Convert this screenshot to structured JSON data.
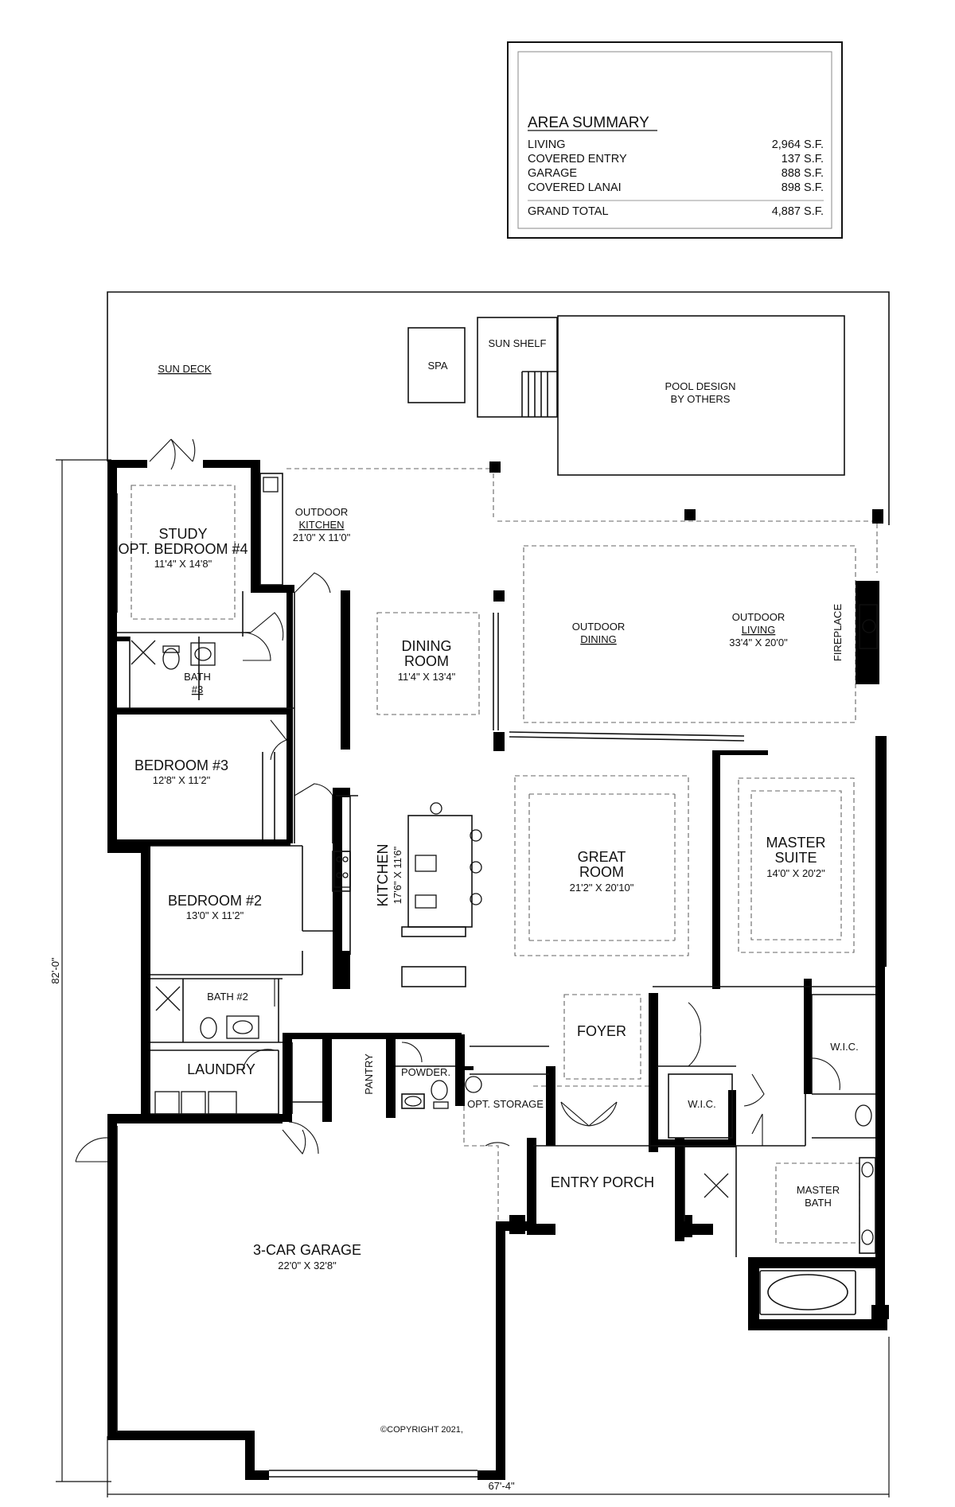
{
  "area_summary": {
    "title": "AREA SUMMARY",
    "rows": [
      {
        "label": "LIVING",
        "value": "2,964 S.F."
      },
      {
        "label": "COVERED ENTRY",
        "value": "137 S.F."
      },
      {
        "label": "GARAGE",
        "value": "888 S.F."
      },
      {
        "label": "COVERED LANAI",
        "value": "898 S.F."
      }
    ],
    "total": {
      "label": "GRAND TOTAL",
      "value": "4,887 S.F."
    }
  },
  "rooms": {
    "sun_deck": "SUN DECK",
    "spa": "SPA",
    "sun_shelf": "SUN SHELF",
    "pool_1": "POOL DESIGN",
    "pool_2": "BY OTHERS",
    "study_1": "STUDY",
    "study_2": "OPT. BEDROOM #4",
    "study_dim": "11'4\" X 14'8\"",
    "outdoor_kitchen_1": "OUTDOOR",
    "outdoor_kitchen_2": "KITCHEN",
    "outdoor_kitchen_dim": "21'0\" X 11'0\"",
    "outdoor_dining_1": "OUTDOOR",
    "outdoor_dining_2": "DINING",
    "outdoor_living_1": "OUTDOOR",
    "outdoor_living_2": "LIVING",
    "outdoor_living_dim": "33'4\" X 20'0\"",
    "fireplace": "FIREPLACE",
    "dining_1": "DINING",
    "dining_2": "ROOM",
    "dining_dim": "11'4\" X 13'4\"",
    "bath3_1": "BATH",
    "bath3_2": "#3",
    "bedroom3": "BEDROOM #3",
    "bedroom3_dim": "12'8\" X 11'2\"",
    "kitchen": "KITCHEN",
    "kitchen_dim": "17'6\" X 11'6\"",
    "great_1": "GREAT",
    "great_2": "ROOM",
    "great_dim": "21'2\" X 20'10\"",
    "master_1": "MASTER",
    "master_2": "SUITE",
    "master_dim": "14'0\" X 20'2\"",
    "bedroom2": "BEDROOM #2",
    "bedroom2_dim": "13'0\" X 11'2\"",
    "bath2": "BATH #2",
    "foyer": "FOYER",
    "wic_right": "W.I.C.",
    "wic_left": "W.I.C.",
    "laundry": "LAUNDRY",
    "pantry": "PANTRY",
    "powder": "POWDER.",
    "opt_storage": "OPT. STORAGE",
    "entry_porch": "ENTRY PORCH",
    "master_bath_1": "MASTER",
    "master_bath_2": "BATH",
    "garage": "3-CAR GARAGE",
    "garage_dim": "22'0\" X 32'8\""
  },
  "dimensions": {
    "depth": "82'-0\"",
    "width": "67'-4\""
  },
  "copyright": "©COPYRIGHT 2021,",
  "colors": {
    "wall": "#000000",
    "line": "#111111",
    "dashed": "#666666"
  }
}
